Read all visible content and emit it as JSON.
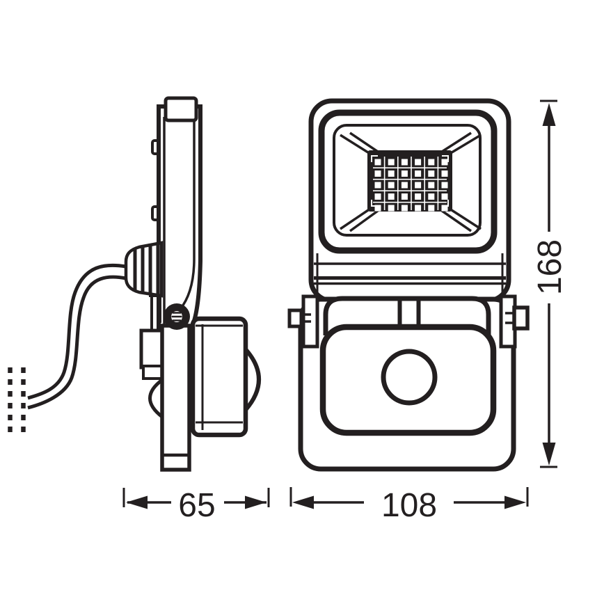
{
  "colors": {
    "ink": "#231f20",
    "background": "#ffffff"
  },
  "diagram": {
    "type": "technical-drawing",
    "subject": "floodlight-with-pir-sensor",
    "views": [
      {
        "name": "side-view"
      },
      {
        "name": "front-view"
      }
    ],
    "dimensions": {
      "depth": "65",
      "width": "108",
      "height": "168"
    },
    "led_grid": {
      "columns": 6,
      "rows": 5
    }
  }
}
